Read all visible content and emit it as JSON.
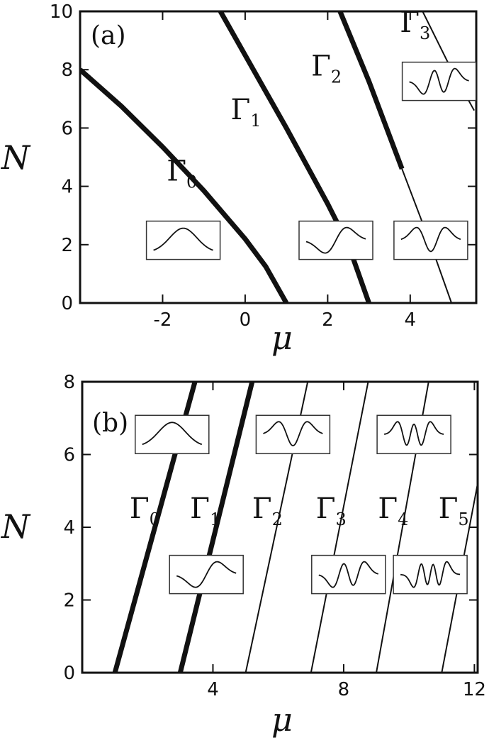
{
  "chart_data": [
    {
      "type": "line",
      "panel_label": "(a)",
      "xlabel": "μ",
      "ylabel": "N",
      "xlim": [
        -4,
        5.6
      ],
      "ylim": [
        0,
        10
      ],
      "xticks": [
        -2,
        0,
        2,
        4
      ],
      "yticks": [
        0,
        2,
        4,
        6,
        8,
        10
      ],
      "grid": false,
      "series": [
        {
          "name": "Γ",
          "sub": "0",
          "label_at": [
            -1.9,
            4.2
          ],
          "segments": [
            {
              "style": "thick",
              "points": [
                [
                  -4,
                  8.0
                ],
                [
                  -3,
                  6.75
                ],
                [
                  -2,
                  5.35
                ],
                [
                  -1,
                  3.85
                ],
                [
                  0,
                  2.2
                ],
                [
                  0.5,
                  1.25
                ],
                [
                  1.0,
                  0
                ]
              ]
            }
          ],
          "inset": {
            "nodes": 0,
            "at": [
              -1.5,
              2.15
            ]
          }
        },
        {
          "name": "Γ",
          "sub": "1",
          "label_at": [
            -0.35,
            6.3
          ],
          "segments": [
            {
              "style": "thick",
              "points": [
                [
                  -0.6,
                  10
                ],
                [
                  0,
                  8.5
                ],
                [
                  1,
                  6.0
                ],
                [
                  2,
                  3.4
                ],
                [
                  2.5,
                  2.0
                ],
                [
                  3.0,
                  0
                ]
              ]
            }
          ],
          "inset": {
            "nodes": 1,
            "at": [
              2.2,
              2.15
            ]
          }
        },
        {
          "name": "Γ",
          "sub": "2",
          "label_at": [
            1.6,
            7.8
          ],
          "segments": [
            {
              "style": "thick",
              "points": [
                [
                  2.3,
                  10
                ],
                [
                  3,
                  7.6
                ],
                [
                  3.8,
                  4.6
                ]
              ]
            },
            {
              "style": "thin",
              "points": [
                [
                  3.8,
                  4.6
                ],
                [
                  4.5,
                  2.0
                ],
                [
                  5.0,
                  0
                ]
              ]
            }
          ],
          "inset": {
            "nodes": 2,
            "at": [
              4.5,
              2.15
            ]
          }
        },
        {
          "name": "Γ",
          "sub": "3",
          "label_at": [
            3.75,
            9.3
          ],
          "segments": [
            {
              "style": "thin",
              "points": [
                [
                  4.3,
                  10
                ],
                [
                  5.0,
                  8.0
                ],
                [
                  5.55,
                  6.6
                ]
              ]
            }
          ],
          "inset": {
            "nodes": 3,
            "at": [
              4.7,
              7.6
            ]
          }
        }
      ]
    },
    {
      "type": "line",
      "panel_label": "(b)",
      "xlabel": "μ",
      "ylabel": "N",
      "xlim": [
        0,
        12.1
      ],
      "ylim": [
        0,
        8
      ],
      "xticks": [
        4,
        8,
        12
      ],
      "yticks": [
        0,
        2,
        4,
        6,
        8
      ],
      "grid": false,
      "series": [
        {
          "name": "Γ",
          "sub": "0",
          "label_at": [
            1.45,
            4.25
          ],
          "segments": [
            {
              "style": "thick",
              "points": [
                [
                  1.0,
                  0
                ],
                [
                  3.45,
                  8
                ]
              ]
            }
          ],
          "inset": {
            "nodes": 0,
            "at": [
              2.75,
              6.55
            ]
          }
        },
        {
          "name": "Γ",
          "sub": "1",
          "label_at": [
            3.3,
            4.25
          ],
          "segments": [
            {
              "style": "thick",
              "points": [
                [
                  3.0,
                  0
                ],
                [
                  5.2,
                  8
                ]
              ]
            }
          ],
          "inset": {
            "nodes": 1,
            "at": [
              3.8,
              2.7
            ]
          }
        },
        {
          "name": "Γ",
          "sub": "2",
          "label_at": [
            5.2,
            4.25
          ],
          "segments": [
            {
              "style": "thin",
              "points": [
                [
                  5.0,
                  0
                ],
                [
                  6.9,
                  8
                ]
              ]
            }
          ],
          "inset": {
            "nodes": 2,
            "at": [
              6.45,
              6.55
            ]
          }
        },
        {
          "name": "Γ",
          "sub": "3",
          "label_at": [
            7.15,
            4.25
          ],
          "segments": [
            {
              "style": "thin",
              "points": [
                [
                  7.0,
                  0
                ],
                [
                  8.75,
                  8
                ]
              ]
            }
          ],
          "inset": {
            "nodes": 3,
            "at": [
              8.15,
              2.7
            ]
          }
        },
        {
          "name": "Γ",
          "sub": "4",
          "label_at": [
            9.05,
            4.25
          ],
          "segments": [
            {
              "style": "thin",
              "points": [
                [
                  9.0,
                  0
                ],
                [
                  10.6,
                  8
                ]
              ]
            }
          ],
          "inset": {
            "nodes": 4,
            "at": [
              10.15,
              6.55
            ]
          }
        },
        {
          "name": "Γ",
          "sub": "5",
          "label_at": [
            10.9,
            4.25
          ],
          "segments": [
            {
              "style": "thin",
              "points": [
                [
                  11.0,
                  0
                ],
                [
                  12.1,
                  5.2
                ]
              ]
            }
          ],
          "inset": {
            "nodes": 5,
            "at": [
              10.65,
              2.7
            ]
          }
        }
      ]
    }
  ]
}
